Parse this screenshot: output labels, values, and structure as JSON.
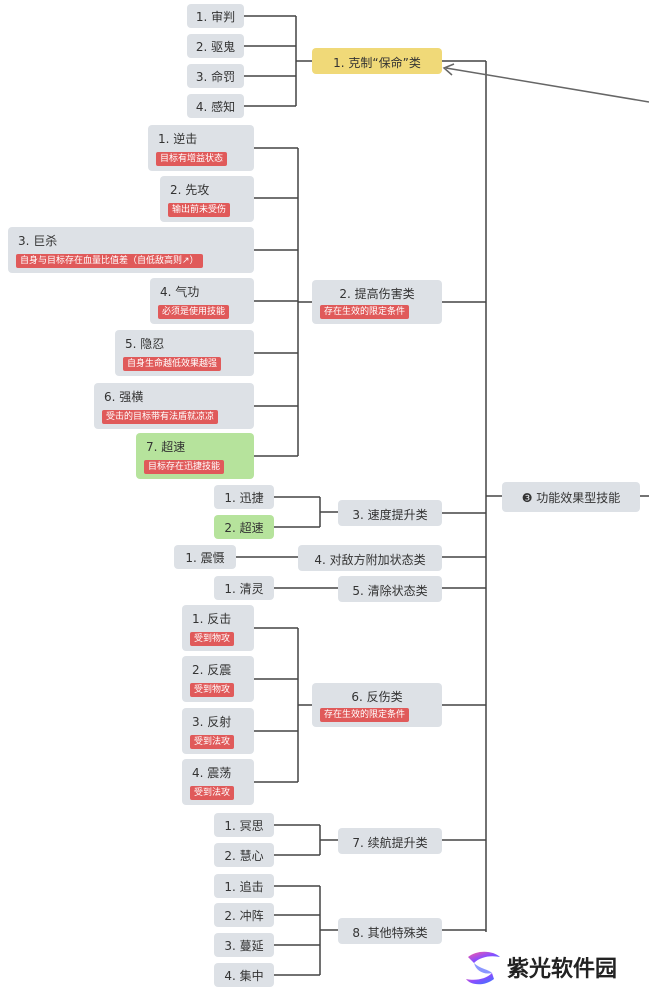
{
  "root": {
    "label": "❸ 功能效果型技能"
  },
  "categories": [
    {
      "label": "1. 克制“保命”类"
    },
    {
      "label": "2. 提高伤害类",
      "tag": "存在生效的限定条件"
    },
    {
      "label": "3. 速度提升类"
    },
    {
      "label": "4. 对敌方附加状态类"
    },
    {
      "label": "5. 清除状态类"
    },
    {
      "label": "6. 反伤类",
      "tag": "存在生效的限定条件"
    },
    {
      "label": "7. 续航提升类"
    },
    {
      "label": "8. 其他特殊类"
    }
  ],
  "leaves": {
    "c1": [
      "1. 审判",
      "2. 驱鬼",
      "3. 命罚",
      "4. 感知"
    ],
    "c2": [
      {
        "label": "1. 逆击",
        "tag": "目标有增益状态"
      },
      {
        "label": "2. 先攻",
        "tag": "输出前未受伤"
      },
      {
        "label": "3. 巨杀",
        "tag": "自身与目标存在血量比值差（自低敌高则↗）"
      },
      {
        "label": "4. 气功",
        "tag": "必须是使用技能"
      },
      {
        "label": "5. 隐忍",
        "tag": "自身生命越低效果越强"
      },
      {
        "label": "6. 强横",
        "tag": "受击的目标带有法盾就凉凉"
      },
      {
        "label": "7. 超速",
        "tag": "目标存在迅捷技能"
      }
    ],
    "c3": [
      "1. 迅捷",
      "2. 超速"
    ],
    "c4": [
      "1. 震慑"
    ],
    "c5": [
      "1. 清灵"
    ],
    "c6": [
      {
        "label": "1. 反击",
        "tag": "受到物攻"
      },
      {
        "label": "2. 反震",
        "tag": "受到物攻"
      },
      {
        "label": "3. 反射",
        "tag": "受到法攻"
      },
      {
        "label": "4. 震荡",
        "tag": "受到法攻"
      }
    ],
    "c7": [
      "1. 冥思",
      "2. 慧心"
    ],
    "c8": [
      "1. 追击",
      "2. 冲阵",
      "3. 蔓延",
      "4. 集中"
    ]
  },
  "watermark": {
    "text": "紫光软件园"
  },
  "colors": {
    "node": "#dde1e6",
    "highlight_green": "#b6e39c",
    "highlight_yellow": "#f0d978",
    "tag_red": "#e05a5a",
    "line": "#444444"
  }
}
